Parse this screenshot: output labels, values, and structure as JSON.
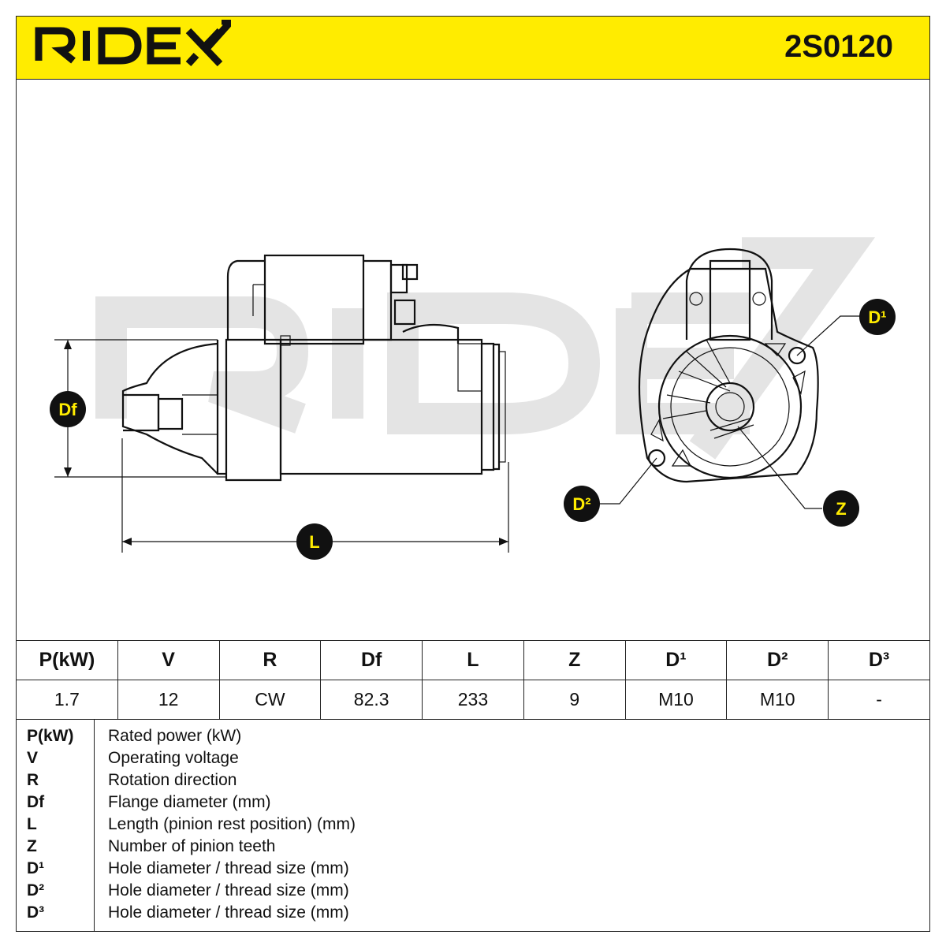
{
  "header": {
    "brand": "RIDEX",
    "part_number": "2S0120"
  },
  "drawing": {
    "watermark": "RIDEX",
    "labels": {
      "df": "Df",
      "l": "L",
      "d1": "D¹",
      "d2": "D²",
      "z": "Z"
    }
  },
  "specs": {
    "columns": [
      "P(kW)",
      "V",
      "R",
      "Df",
      "L",
      "Z",
      "D¹",
      "D²",
      "D³"
    ],
    "values": [
      "1.7",
      "12",
      "CW",
      "82.3",
      "233",
      "9",
      "M10",
      "M10",
      "-"
    ]
  },
  "legend": [
    {
      "symbol": "P(kW)",
      "description": "Rated power (kW)"
    },
    {
      "symbol": "V",
      "description": "Operating voltage"
    },
    {
      "symbol": "R",
      "description": "Rotation direction"
    },
    {
      "symbol": "Df",
      "description": "Flange diameter (mm)"
    },
    {
      "symbol": "L",
      "description": "Length (pinion rest position) (mm)"
    },
    {
      "symbol": "Z",
      "description": "Number of pinion teeth"
    },
    {
      "symbol": "D¹",
      "description": "Hole diameter / thread size (mm)"
    },
    {
      "symbol": "D²",
      "description": "Hole diameter / thread size (mm)"
    },
    {
      "symbol": "D³",
      "description": "Hole diameter / thread size (mm)"
    }
  ],
  "colors": {
    "accent": "#ffec00",
    "line": "#111111",
    "watermark": "#e6e6e6"
  }
}
